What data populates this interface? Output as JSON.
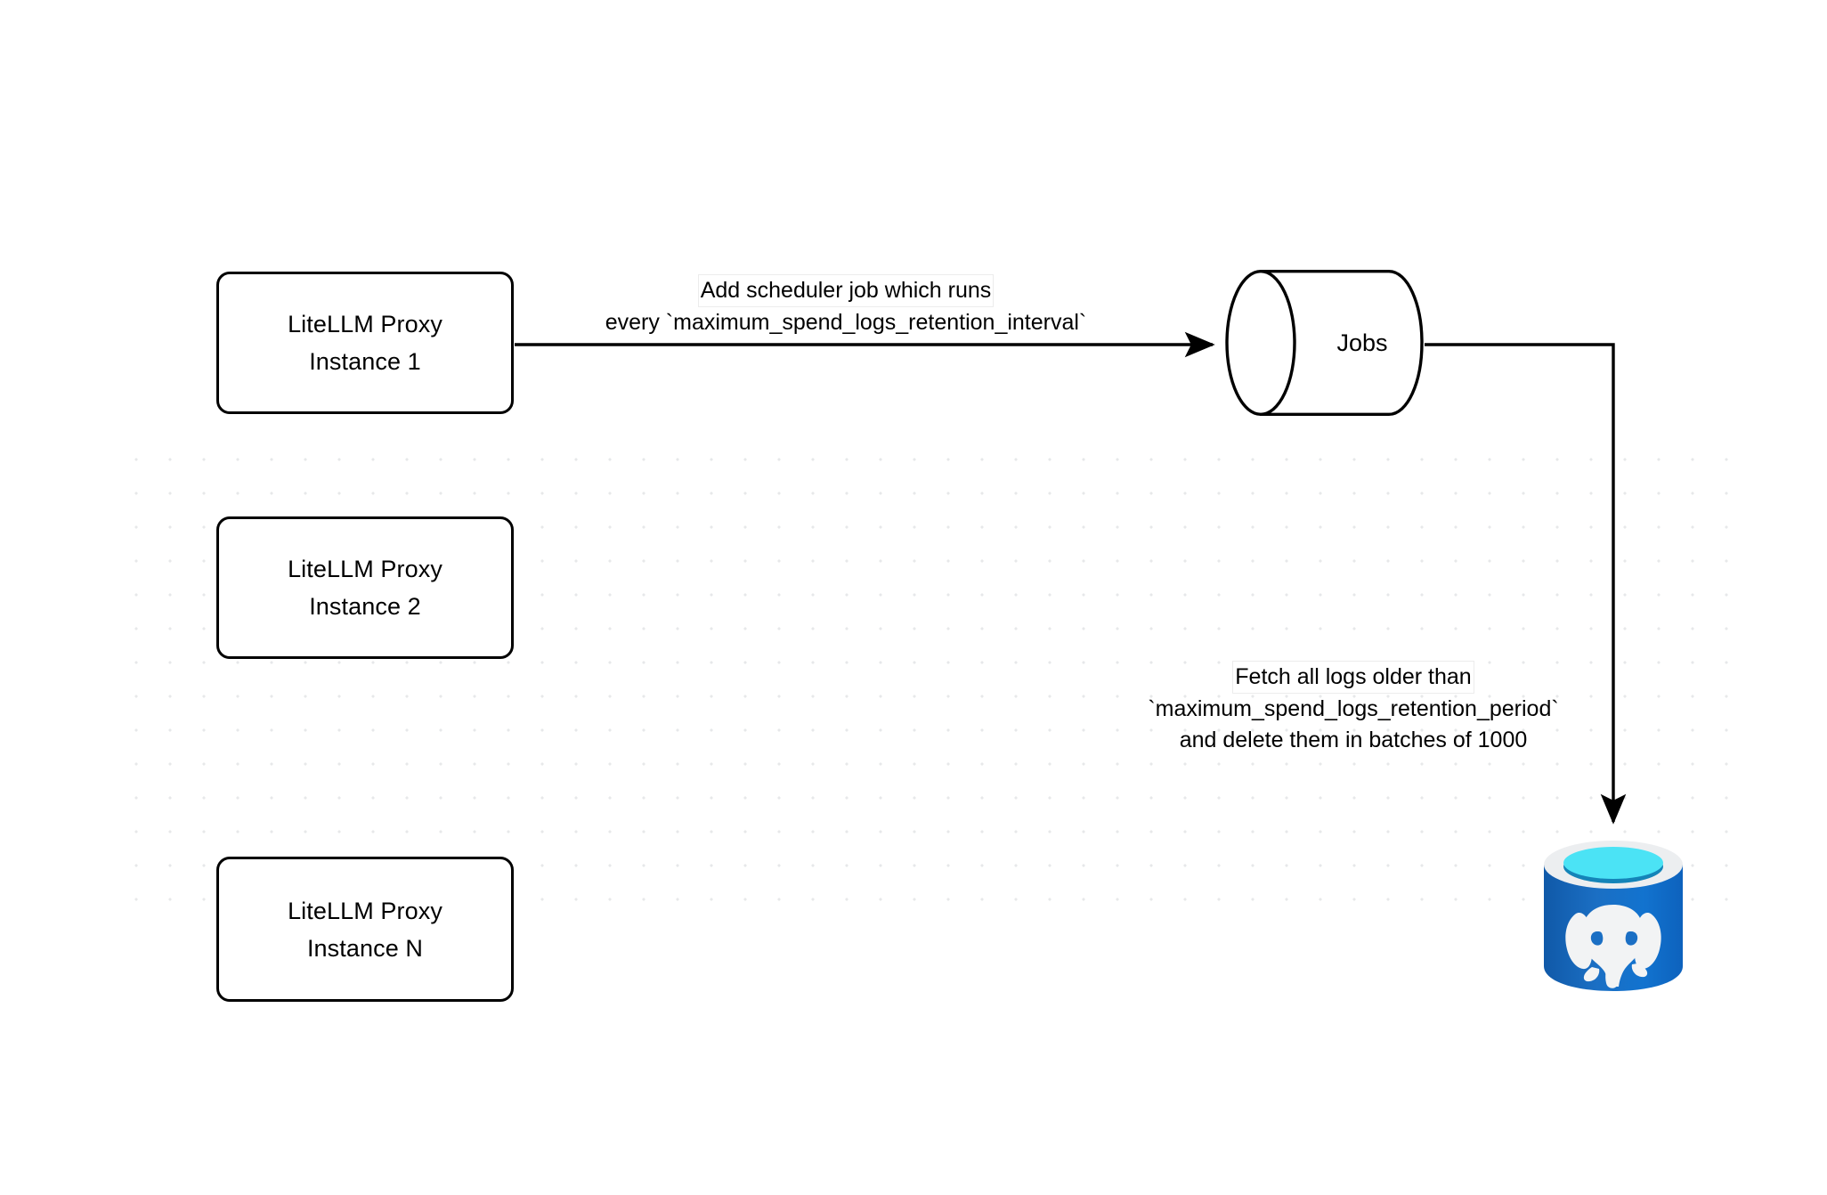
{
  "diagram": {
    "title": "LiteLLM spend logs retention scheduler flow",
    "background_color": "#ffffff",
    "grid_dot_color": "#e7e8ea",
    "stroke_color": "#000000"
  },
  "nodes": {
    "proxy_instances": [
      {
        "id": "instance-1",
        "label": "LiteLLM Proxy\nInstance 1",
        "shape": "rounded-rectangle"
      },
      {
        "id": "instance-2",
        "label": "LiteLLM Proxy\nInstance 2",
        "shape": "rounded-rectangle"
      },
      {
        "id": "instance-n",
        "label": "LiteLLM Proxy\nInstance N",
        "shape": "rounded-rectangle"
      }
    ],
    "jobs": {
      "id": "jobs",
      "label": "Jobs",
      "shape": "cylinder-horizontal"
    },
    "database": {
      "id": "postgres-database",
      "icon": "postgresql-database-icon",
      "colors": {
        "body": "#1b6fc4",
        "body_dark": "#1059a8",
        "rim": "#eceef0",
        "liquid_top": "#4be3f5",
        "liquid_shadow": "#1484b8",
        "elephant": "#f2f3f4"
      }
    }
  },
  "edges": [
    {
      "id": "edge-scheduler",
      "from": "instance-1",
      "to": "jobs",
      "label_lines": [
        "Add scheduler job which runs",
        "every `maximum_spend_logs_retention_interval`"
      ],
      "label_boxed_line_index": 0,
      "arrow": "single-end"
    },
    {
      "id": "edge-fetch-delete",
      "from": "jobs",
      "to": "postgres-database",
      "label_lines": [
        "Fetch all logs older than",
        "`maximum_spend_logs_retention_period`",
        "and delete them in batches of 1000"
      ],
      "label_boxed_line_index": 0,
      "arrow": "single-end"
    }
  ]
}
